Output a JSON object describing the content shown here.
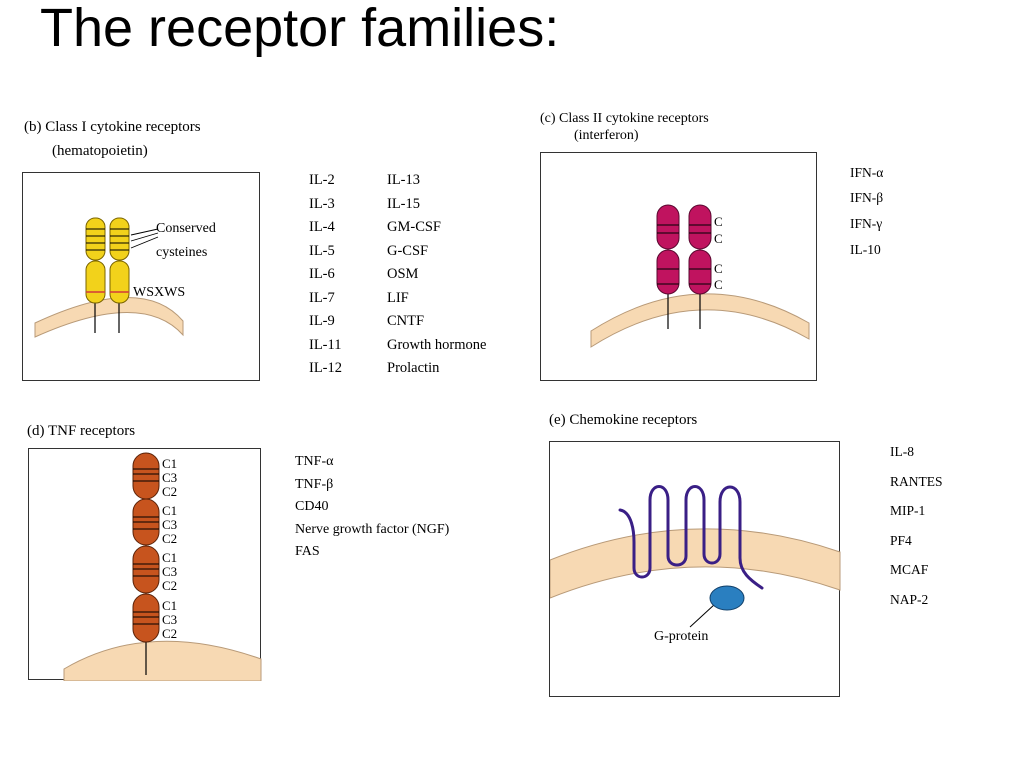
{
  "title": "The receptor families:",
  "panel_b": {
    "caption_line1": "(b) Class I cytokine receptors",
    "caption_line2": "(hematopoietin)",
    "label_conserved": "Conserved",
    "label_cysteines": "cysteines",
    "label_motif": "WSXWS",
    "ligands_col1": [
      "IL-2",
      "IL-3",
      "IL-4",
      "IL-5",
      "IL-6",
      "IL-7",
      "IL-9",
      "IL-11",
      "IL-12"
    ],
    "ligands_col2": [
      "IL-13",
      "IL-15",
      "GM-CSF",
      "G-CSF",
      "OSM",
      "LIF",
      "CNTF",
      "Growth hormone",
      "Prolactin"
    ],
    "color": "#f2d21b"
  },
  "panel_c": {
    "caption_line1": "(c) Class II cytokine receptors",
    "caption_line2": "(interferon)",
    "c_labels": [
      "C",
      "C",
      "C",
      "C"
    ],
    "ligands": [
      "IFN-α",
      "IFN-β",
      "IFN-γ",
      "IL-10"
    ],
    "color": "#c0135f"
  },
  "panel_d": {
    "caption": "(d) TNF receptors",
    "domain_labels": [
      "C1",
      "C3",
      "C2",
      "C1",
      "C3",
      "C2",
      "C1",
      "C3",
      "C2",
      "C1",
      "C3",
      "C2"
    ],
    "ligands": [
      "TNF-α",
      "TNF-β",
      "CD40",
      "Nerve growth factor (NGF)",
      "FAS"
    ],
    "color": "#c7541e"
  },
  "panel_e": {
    "caption": "(e) Chemokine receptors",
    "label_gprotein": "G-protein",
    "ligands": [
      "IL-8",
      "RANTES",
      "MIP-1",
      "PF4",
      "MCAF",
      "NAP-2"
    ],
    "color": "#3a1f86",
    "gprotein_color": "#2a7fc0"
  },
  "membrane_color": "#f7d9b3"
}
